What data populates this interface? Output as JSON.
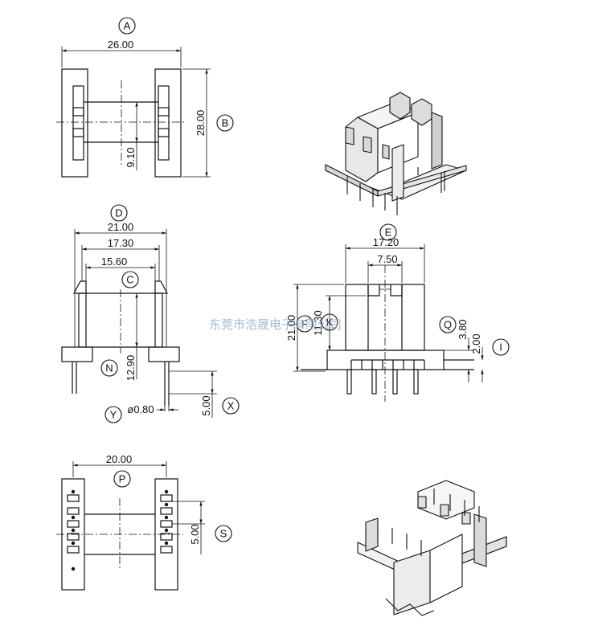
{
  "labels": {
    "A": "A",
    "B": "B",
    "C": "C",
    "D": "D",
    "E": "E",
    "F": "F",
    "I": "I",
    "K": "K",
    "N": "N",
    "P": "P",
    "Q": "Q",
    "S": "S",
    "X": "X",
    "Y": "Y"
  },
  "dims": {
    "a_width": "26.00",
    "b_height": "28.00",
    "a_core": "9.10",
    "d_outer": "21.00",
    "d_mid": "17.30",
    "d_inner": "15.60",
    "n_height": "12.90",
    "x_pin": "5.00",
    "y_dia": "ø0.80",
    "e_outer": "17.20",
    "e_slot": "7.50",
    "f_total": "21.00",
    "k_height": "11.30",
    "q_height": "3.80",
    "i_height": "2.00",
    "p_width": "20.00",
    "s_pitch": "5.00"
  },
  "watermark": "东莞市浩晟电子有限公司"
}
